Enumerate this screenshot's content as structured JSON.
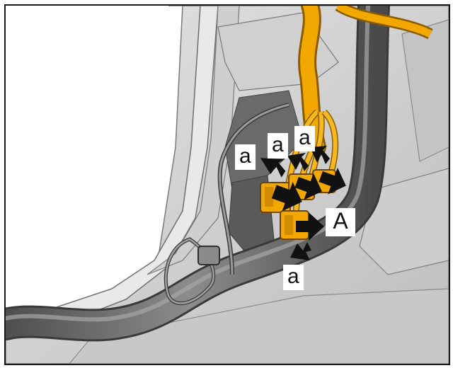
{
  "callouts": {
    "clip_1": "a",
    "clip_2": "a",
    "clip_3": "a",
    "clip_4": "a",
    "connector": "A"
  },
  "colors": {
    "harness": "#f2a800",
    "harness_shadow": "#b87a00",
    "body_panel": "#d6d6d6",
    "body_shadow": "#9a9a9a",
    "tube": "#6e6e6e",
    "arrow": "#111111"
  }
}
